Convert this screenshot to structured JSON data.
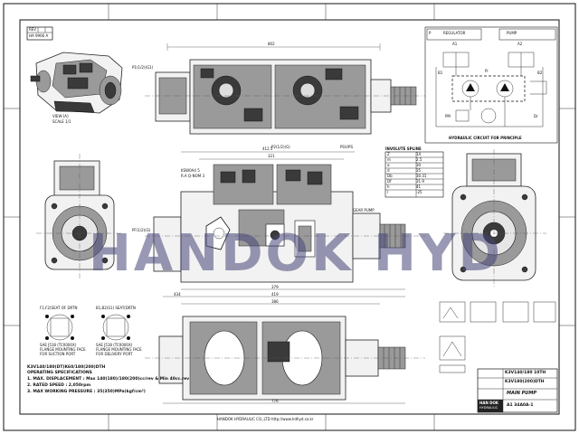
{
  "sheet": {
    "watermark": "HANDOK HYD",
    "view_label": "VIEW-[A]",
    "view_scale": "SCALE 1/1",
    "dims": {
      "top_overall": "802",
      "side_overall": "412.5",
      "side_inner": "321",
      "bottom_a": "379",
      "bottom_b": "419",
      "bottom_c": "386",
      "bottom_d": "434",
      "lower_overall": "776"
    },
    "ports": {
      "p1": "P1(1/2)(G1)",
      "p2": "P2(1/2)(G)",
      "psv": "PSV/PS",
      "pfl": "PF(1/2)(G)",
      "a1": "A1",
      "a2": "A2",
      "b1": "B1",
      "b2": "B2",
      "pi": "Pi",
      "dr": "Dr",
      "pm": "PM",
      "gear_pump": "GEAR PUMP"
    },
    "notes": [
      "KSW0A4 5",
      "R.A Q-NOM 3"
    ]
  },
  "spline_table": {
    "title": "INVOLUTE SPLINE",
    "rows": [
      {
        "label": "Z",
        "value": "14"
      },
      {
        "label": "m",
        "value": "2.5"
      },
      {
        "label": "α",
        "value": "30"
      },
      {
        "label": "d",
        "value": "35"
      },
      {
        "label": "Db",
        "value": "30.31"
      },
      {
        "label": "Df",
        "value": "31.9"
      },
      {
        "label": "h",
        "value": "41"
      },
      {
        "label": "l",
        "value": "-25"
      }
    ]
  },
  "circuit": {
    "caption": "HYDRAULIC CIRCUIT FOR PRINCIPLE"
  },
  "flanges": {
    "left_title": "F1,F2(SEAT OF DRTN",
    "right_title": "B1,B2(S1) SEAT(DRTN",
    "left_caption_1": "SAE J518 (TC0000X)",
    "left_caption_2": "FLANGE MOUNTING FACE",
    "left_caption_3": "FOR SUCTION PORT",
    "right_caption_1": "SAE J518 (TC0000X)",
    "right_caption_2": "FLANGE MOUNTING FACE",
    "right_caption_3": "FOR DELIVERY PORT"
  },
  "specs": {
    "model": "K3V140/180(DT)K60/180(200)DTH",
    "title": "OPERATING SPECIFICATIONS",
    "items": [
      "1.   MAX. DISPLACEMENT : Max 140(180)/180(200)cc/rev & Min 40cc.rev",
      "2.   RATED SPEED : 2,050rpm",
      "3.   MAX WORKING PRESSURE : 35(350)MPa(kgf/cm²)"
    ]
  },
  "title_block": {
    "company": "HAN DOK",
    "company_sub": "HYDRAULIC",
    "drawing_title": "MAIN PUMP",
    "model_1": "K3V140/180 10TH",
    "model_2": "K3V180(200)DTH",
    "drawing_no": "A1 34A0A-1",
    "footer": "HANDOK HYDRAULIC CO.,LTD  http://www.hdhyd.co.kr"
  },
  "revision_box": {
    "header": "REV",
    "code": "HA 9966 A"
  },
  "circuit_legend": {
    "header_1": "P",
    "header_2": "REGULATOR",
    "header_3": "PUMP"
  }
}
